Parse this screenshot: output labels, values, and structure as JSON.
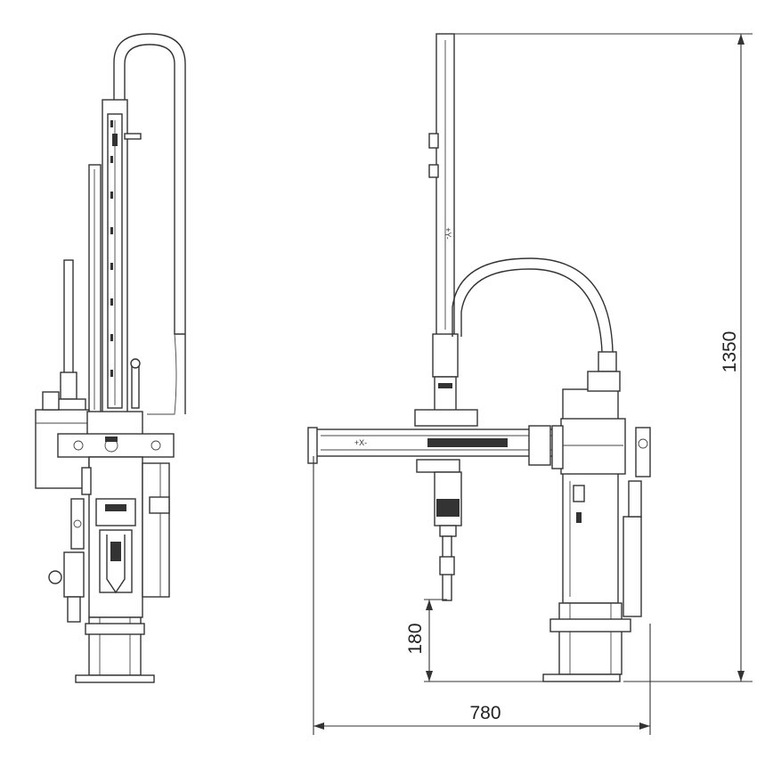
{
  "dimensions": {
    "height_total": "1350",
    "width_total": "780",
    "clearance": "180"
  },
  "axis_labels": {
    "x_axis": "+X-",
    "y_axis": "+Y-"
  }
}
